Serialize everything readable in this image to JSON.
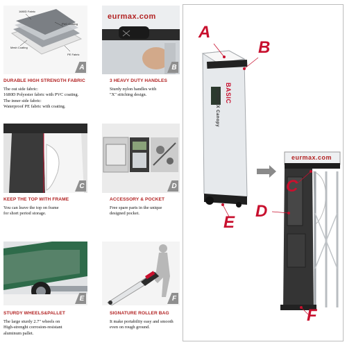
{
  "features": [
    {
      "letter": "A",
      "title": "DURABLE HIGH STRENGTH FABRIC",
      "desc": "The out side fabric:\n1680D Polyester fabric with PVC coating.\nThe inner side fabric:\nWaterproof PE fabric with coating.",
      "layers": [
        "1680D Fabric",
        "PVC Coating",
        "Mesh Coating",
        "PE Fabric"
      ]
    },
    {
      "letter": "B",
      "title": "3 HEAVY DUTY HANDLES",
      "desc": "Sturdy nylon handles with\n\"X\"   stitching design.",
      "brand": "eurmax.com"
    },
    {
      "letter": "C",
      "title": "KEEP THE TOP WITH FRAME",
      "desc": "You can leave the top on frame\nfor short period storage."
    },
    {
      "letter": "D",
      "title": "ACCESSORY & POCKET",
      "desc": "Free spare parts in the unique\ndesigned pocket."
    },
    {
      "letter": "E",
      "title": "STURDY WHEELS&PALLET",
      "desc": "The large sturdy 2.7\" wheels on\nHigh-strenght corrosion-resistant\naluminum pallet."
    },
    {
      "letter": "F",
      "title": "SIGNATURE ROLLER BAG",
      "desc": "It make portability easy and smooth\neven on rough ground."
    }
  ],
  "big_panel": {
    "labels": [
      "A",
      "B",
      "C",
      "D",
      "E",
      "F"
    ],
    "bag_brand": "eurmax.com",
    "bag_text": "EURMAX Canopy",
    "bag_basic": "BASIC"
  },
  "colors": {
    "accent": "#c8102e",
    "badge": "#8f8f8f",
    "bag": "#e9ecee",
    "frame": "#bdbdbd"
  }
}
